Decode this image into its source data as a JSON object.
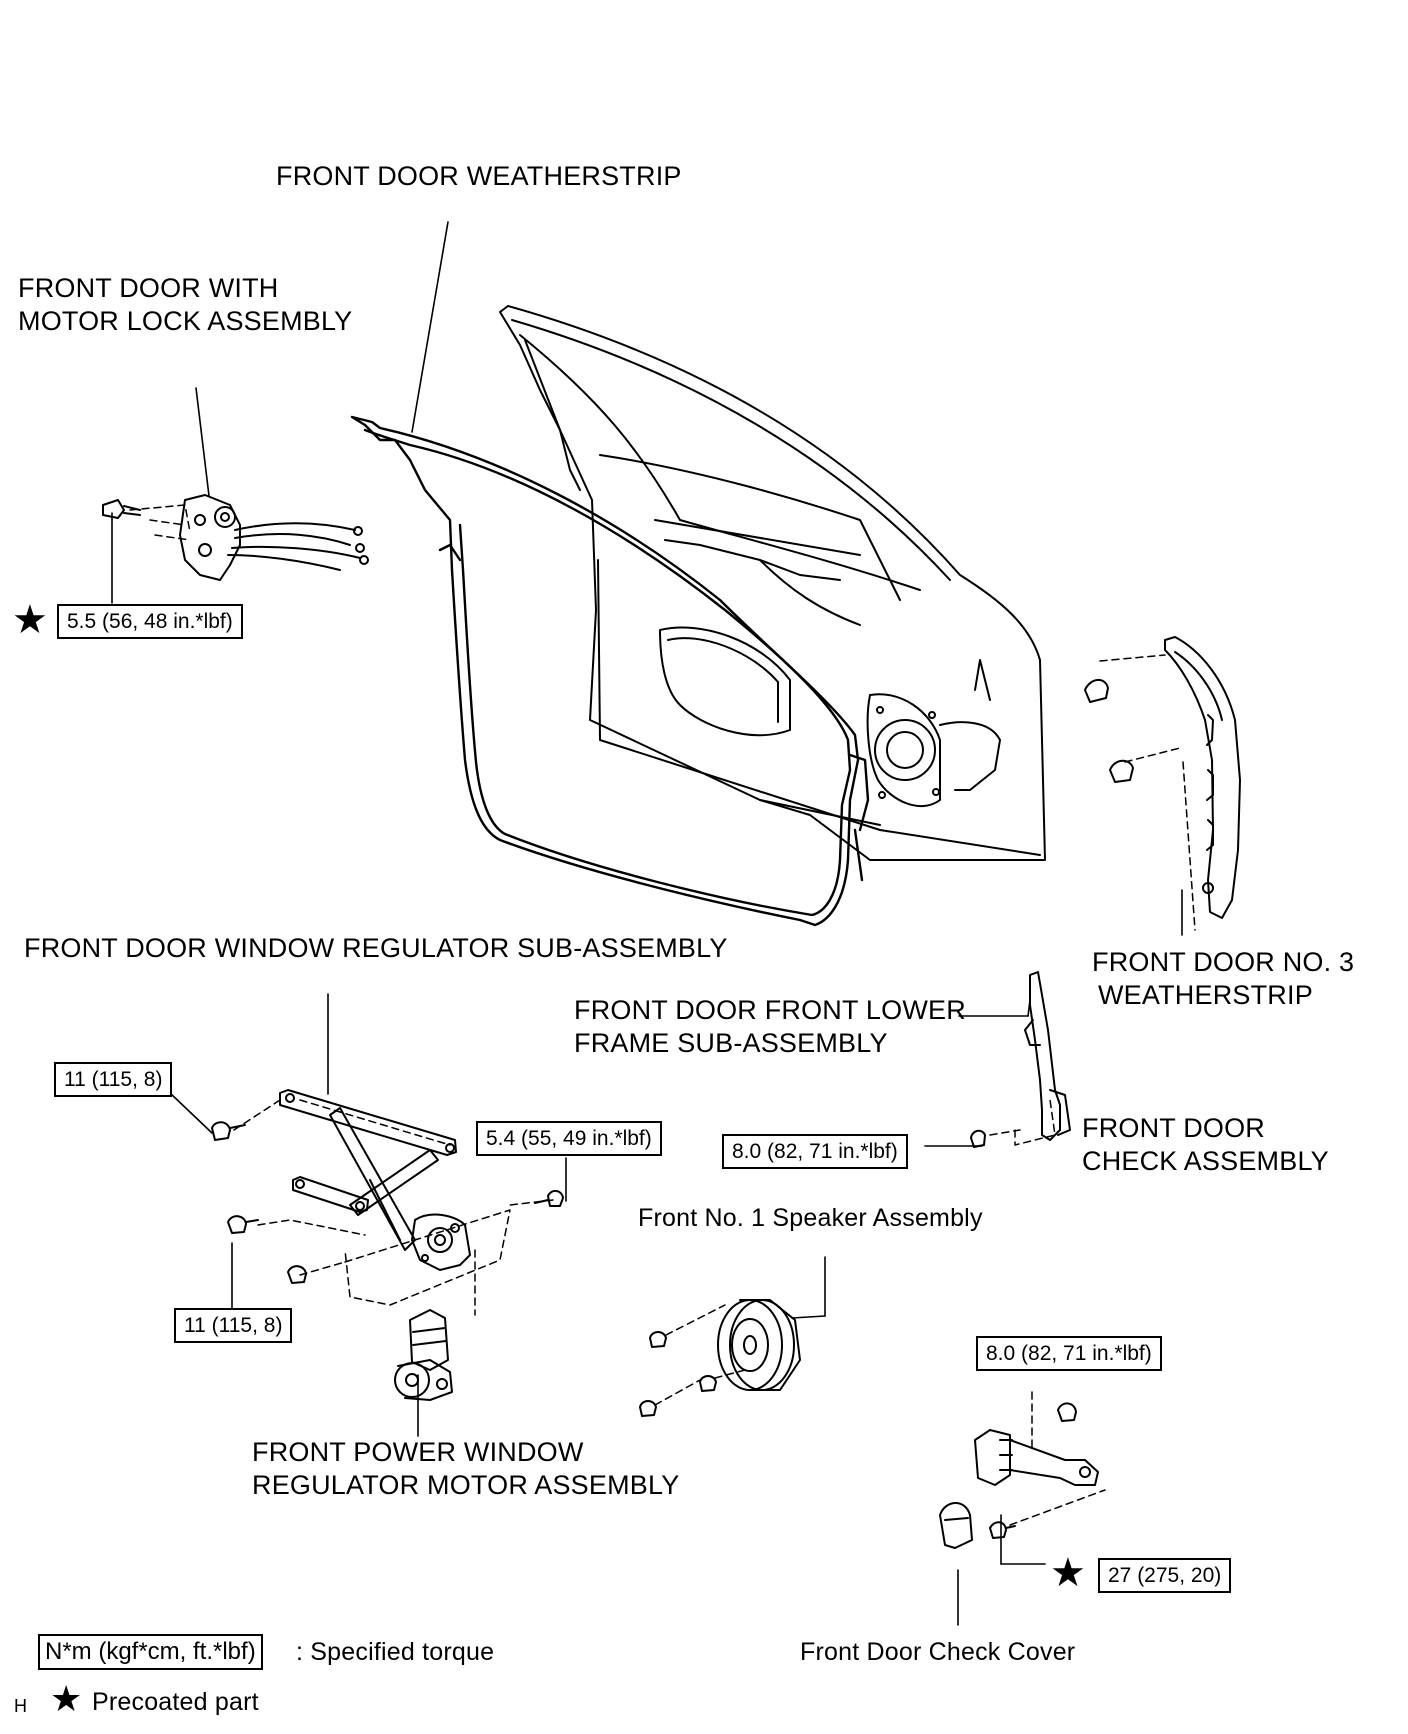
{
  "labels": {
    "weatherstrip": "FRONT DOOR WEATHERSTRIP",
    "lock_line1": "FRONT DOOR WITH",
    "lock_line2": "MOTOR LOCK ASSEMBLY",
    "regulator": "FRONT DOOR WINDOW REGULATOR SUB-ASSEMBLY",
    "no3_line1": "FRONT DOOR NO. 3",
    "no3_line2": "WEATHERSTRIP",
    "lower_frame_line1": "FRONT DOOR FRONT LOWER",
    "lower_frame_line2": "FRAME SUB-ASSEMBLY",
    "check_line1": "FRONT DOOR",
    "check_line2": "CHECK ASSEMBLY",
    "speaker": "Front No. 1 Speaker Assembly",
    "motor_line1": "FRONT POWER WINDOW",
    "motor_line2": "REGULATOR MOTOR ASSEMBLY",
    "check_cover": "Front Door Check Cover"
  },
  "torques": {
    "lock": "5.5 (56, 48 in.*lbf)",
    "reg_top": "11 (115, 8)",
    "reg_bottom": "11 (115, 8)",
    "reg_right": "5.4 (55, 49 in.*lbf)",
    "lower_frame": "8.0 (82, 71 in.*lbf)",
    "check_top": "8.0 (82, 71 in.*lbf)",
    "check_bottom": "27 (275, 20)"
  },
  "legend": {
    "torque_box": "N*m (kgf*cm, ft.*lbf)",
    "torque_text": ": Specified torque",
    "precoat_text": "Precoated part",
    "star_symbol": "★",
    "corner_mark": "H"
  }
}
